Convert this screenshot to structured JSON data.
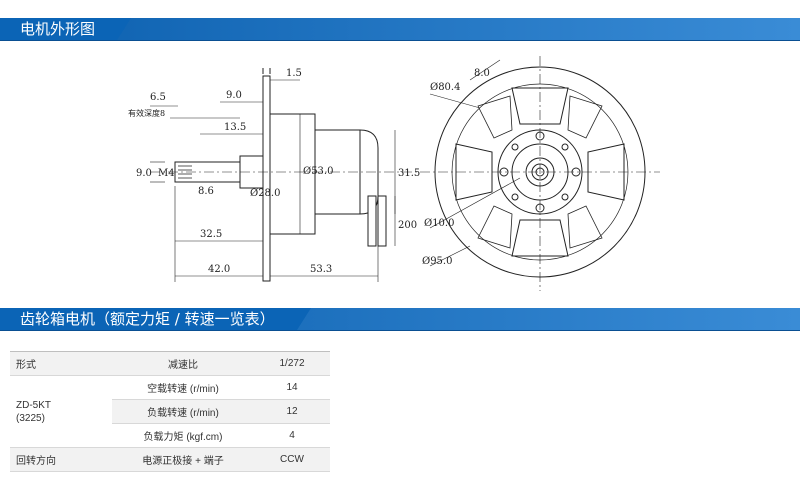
{
  "section1": {
    "title": "电机外形图"
  },
  "section2": {
    "title": "齿轮箱电机（额定力矩 / 转速一览表）"
  },
  "drawing": {
    "side": {
      "dim_1_5": "1.5",
      "dim_6_5": "6.5",
      "dim_9_0": "9.0",
      "dim_depth": "有效深度8",
      "dim_13_5": "13.5",
      "dim_9_0b": "9.0",
      "dim_m4": "M4",
      "dim_8_6": "8.6",
      "dim_d28": "Ø28.0",
      "dim_d53": "Ø53.0",
      "dim_31_5": "31.5",
      "dim_200": "200",
      "dim_32_5": "32.5",
      "dim_42_0": "42.0",
      "dim_53_3": "53.3"
    },
    "front": {
      "dim_8_0": "8.0",
      "dim_d80_4": "Ø80.4",
      "dim_d10": "Ø10.0",
      "dim_d95": "Ø95.0"
    }
  },
  "table": {
    "header": {
      "label": "形式",
      "col2": "减速比",
      "col3": "1/272"
    },
    "model": {
      "line1": "ZD-5KT",
      "line2": "(3225)"
    },
    "rows": [
      {
        "label": "空载转速 (r/min)",
        "value": "14"
      },
      {
        "label": "负载转速 (r/min)",
        "value": "12"
      },
      {
        "label": "负载力矩 (kgf.cm)",
        "value": "4"
      }
    ],
    "footer": {
      "label": "回转方向",
      "col2": "电源正极接 + 端子",
      "col3": "CCW"
    }
  }
}
